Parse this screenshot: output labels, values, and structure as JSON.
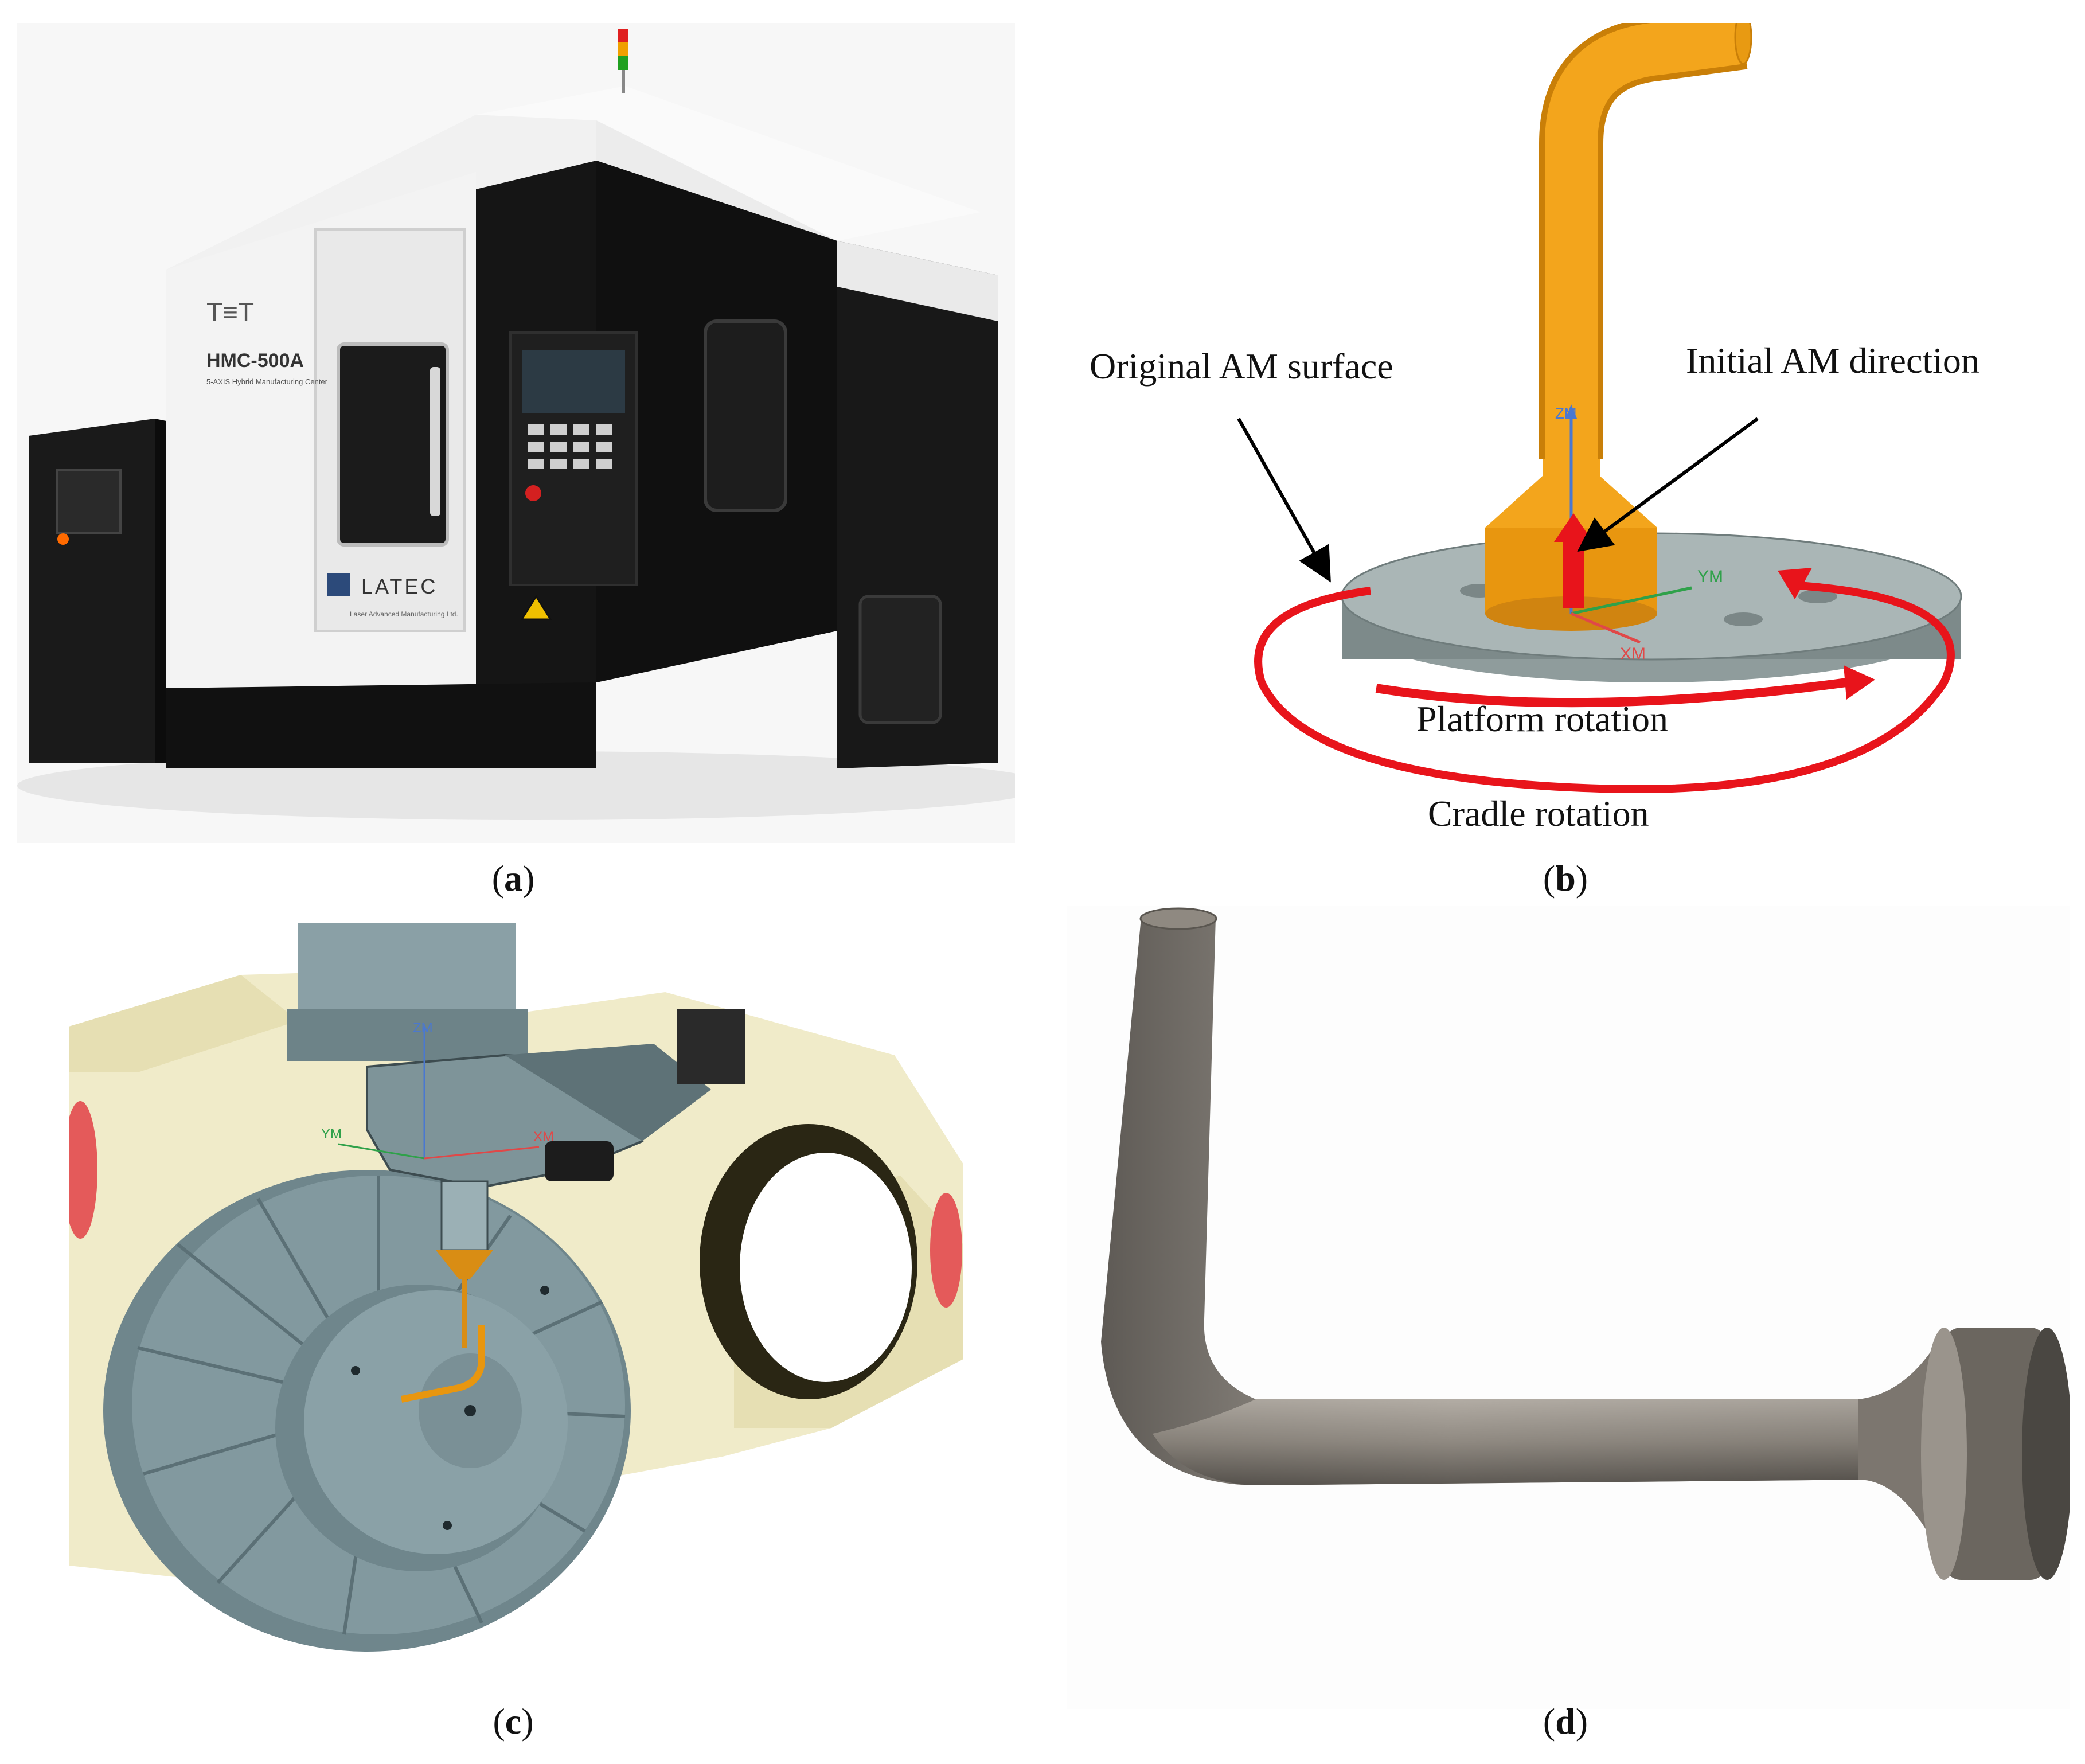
{
  "panel_a": {
    "caption_open": "(",
    "caption_letter": "a",
    "caption_close": ")",
    "machine_model": "HMC-500A",
    "machine_subtitle": "5-AXIS Hybrid Manufacturing Center",
    "brand": "LATEC",
    "brand_subtitle": "Laser Advanced Manufacturing Ltd."
  },
  "panel_b": {
    "caption_open": "(",
    "caption_letter": "b",
    "caption_close": ")",
    "label_original_surface": "Original AM surface",
    "label_initial_direction": "Initial AM direction",
    "label_platform_rotation": "Platform rotation",
    "label_cradle_rotation": "Cradle rotation",
    "axis_z": "ZM",
    "axis_y": "YM",
    "axis_x": "XM"
  },
  "panel_c": {
    "caption_open": "(",
    "caption_letter": "c",
    "caption_close": ")",
    "axis_z": "ZM",
    "axis_y": "YM",
    "axis_x": "XM"
  },
  "panel_d": {
    "caption_open": "(",
    "caption_letter": "d",
    "caption_close": ")"
  },
  "colors": {
    "annotation_red": "#e8141b",
    "part_orange": "#f0a21a",
    "platform_gray": "#9aa7a7",
    "machine_black": "#141414",
    "machine_white": "#f2f2f2"
  }
}
